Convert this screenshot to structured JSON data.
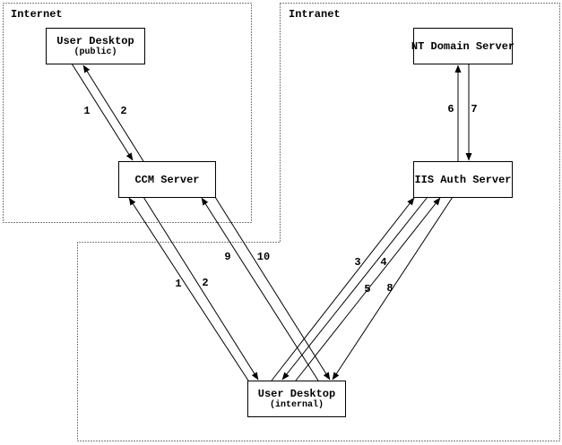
{
  "colors": {
    "background": "#ffffff",
    "line": "#000000",
    "text": "#000000"
  },
  "diagram": {
    "zones": [
      {
        "label": "Internet"
      },
      {
        "label": "Intranet"
      }
    ],
    "nodes": [
      {
        "id": "user-desktop-public",
        "title": "User Desktop",
        "subtitle": "(public)",
        "zone": "Internet"
      },
      {
        "id": "ccm-server",
        "title": "CCM Server",
        "subtitle": "",
        "zone": "Internet"
      },
      {
        "id": "nt-domain-server",
        "title": "NT Domain Server",
        "subtitle": "",
        "zone": "Intranet"
      },
      {
        "id": "iis-auth-server",
        "title": "IIS Auth Server",
        "subtitle": "",
        "zone": "Intranet"
      },
      {
        "id": "user-desktop-internal",
        "title": "User Desktop",
        "subtitle": "(internal)",
        "zone": "Intranet"
      }
    ],
    "edges": [
      {
        "label": "1",
        "from": "user-desktop-public",
        "to": "ccm-server"
      },
      {
        "label": "2",
        "from": "ccm-server",
        "to": "user-desktop-public"
      },
      {
        "label": "6",
        "from": "iis-auth-server",
        "to": "nt-domain-server"
      },
      {
        "label": "7",
        "from": "nt-domain-server",
        "to": "iis-auth-server"
      },
      {
        "label": "1",
        "from": "user-desktop-internal",
        "to": "ccm-server"
      },
      {
        "label": "2",
        "from": "ccm-server",
        "to": "user-desktop-internal"
      },
      {
        "label": "9",
        "from": "user-desktop-internal",
        "to": "ccm-server"
      },
      {
        "label": "10",
        "from": "ccm-server",
        "to": "user-desktop-internal"
      },
      {
        "label": "3",
        "from": "user-desktop-internal",
        "to": "iis-auth-server"
      },
      {
        "label": "4",
        "from": "iis-auth-server",
        "to": "user-desktop-internal"
      },
      {
        "label": "5",
        "from": "user-desktop-internal",
        "to": "iis-auth-server"
      },
      {
        "label": "8",
        "from": "iis-auth-server",
        "to": "user-desktop-internal"
      }
    ]
  }
}
